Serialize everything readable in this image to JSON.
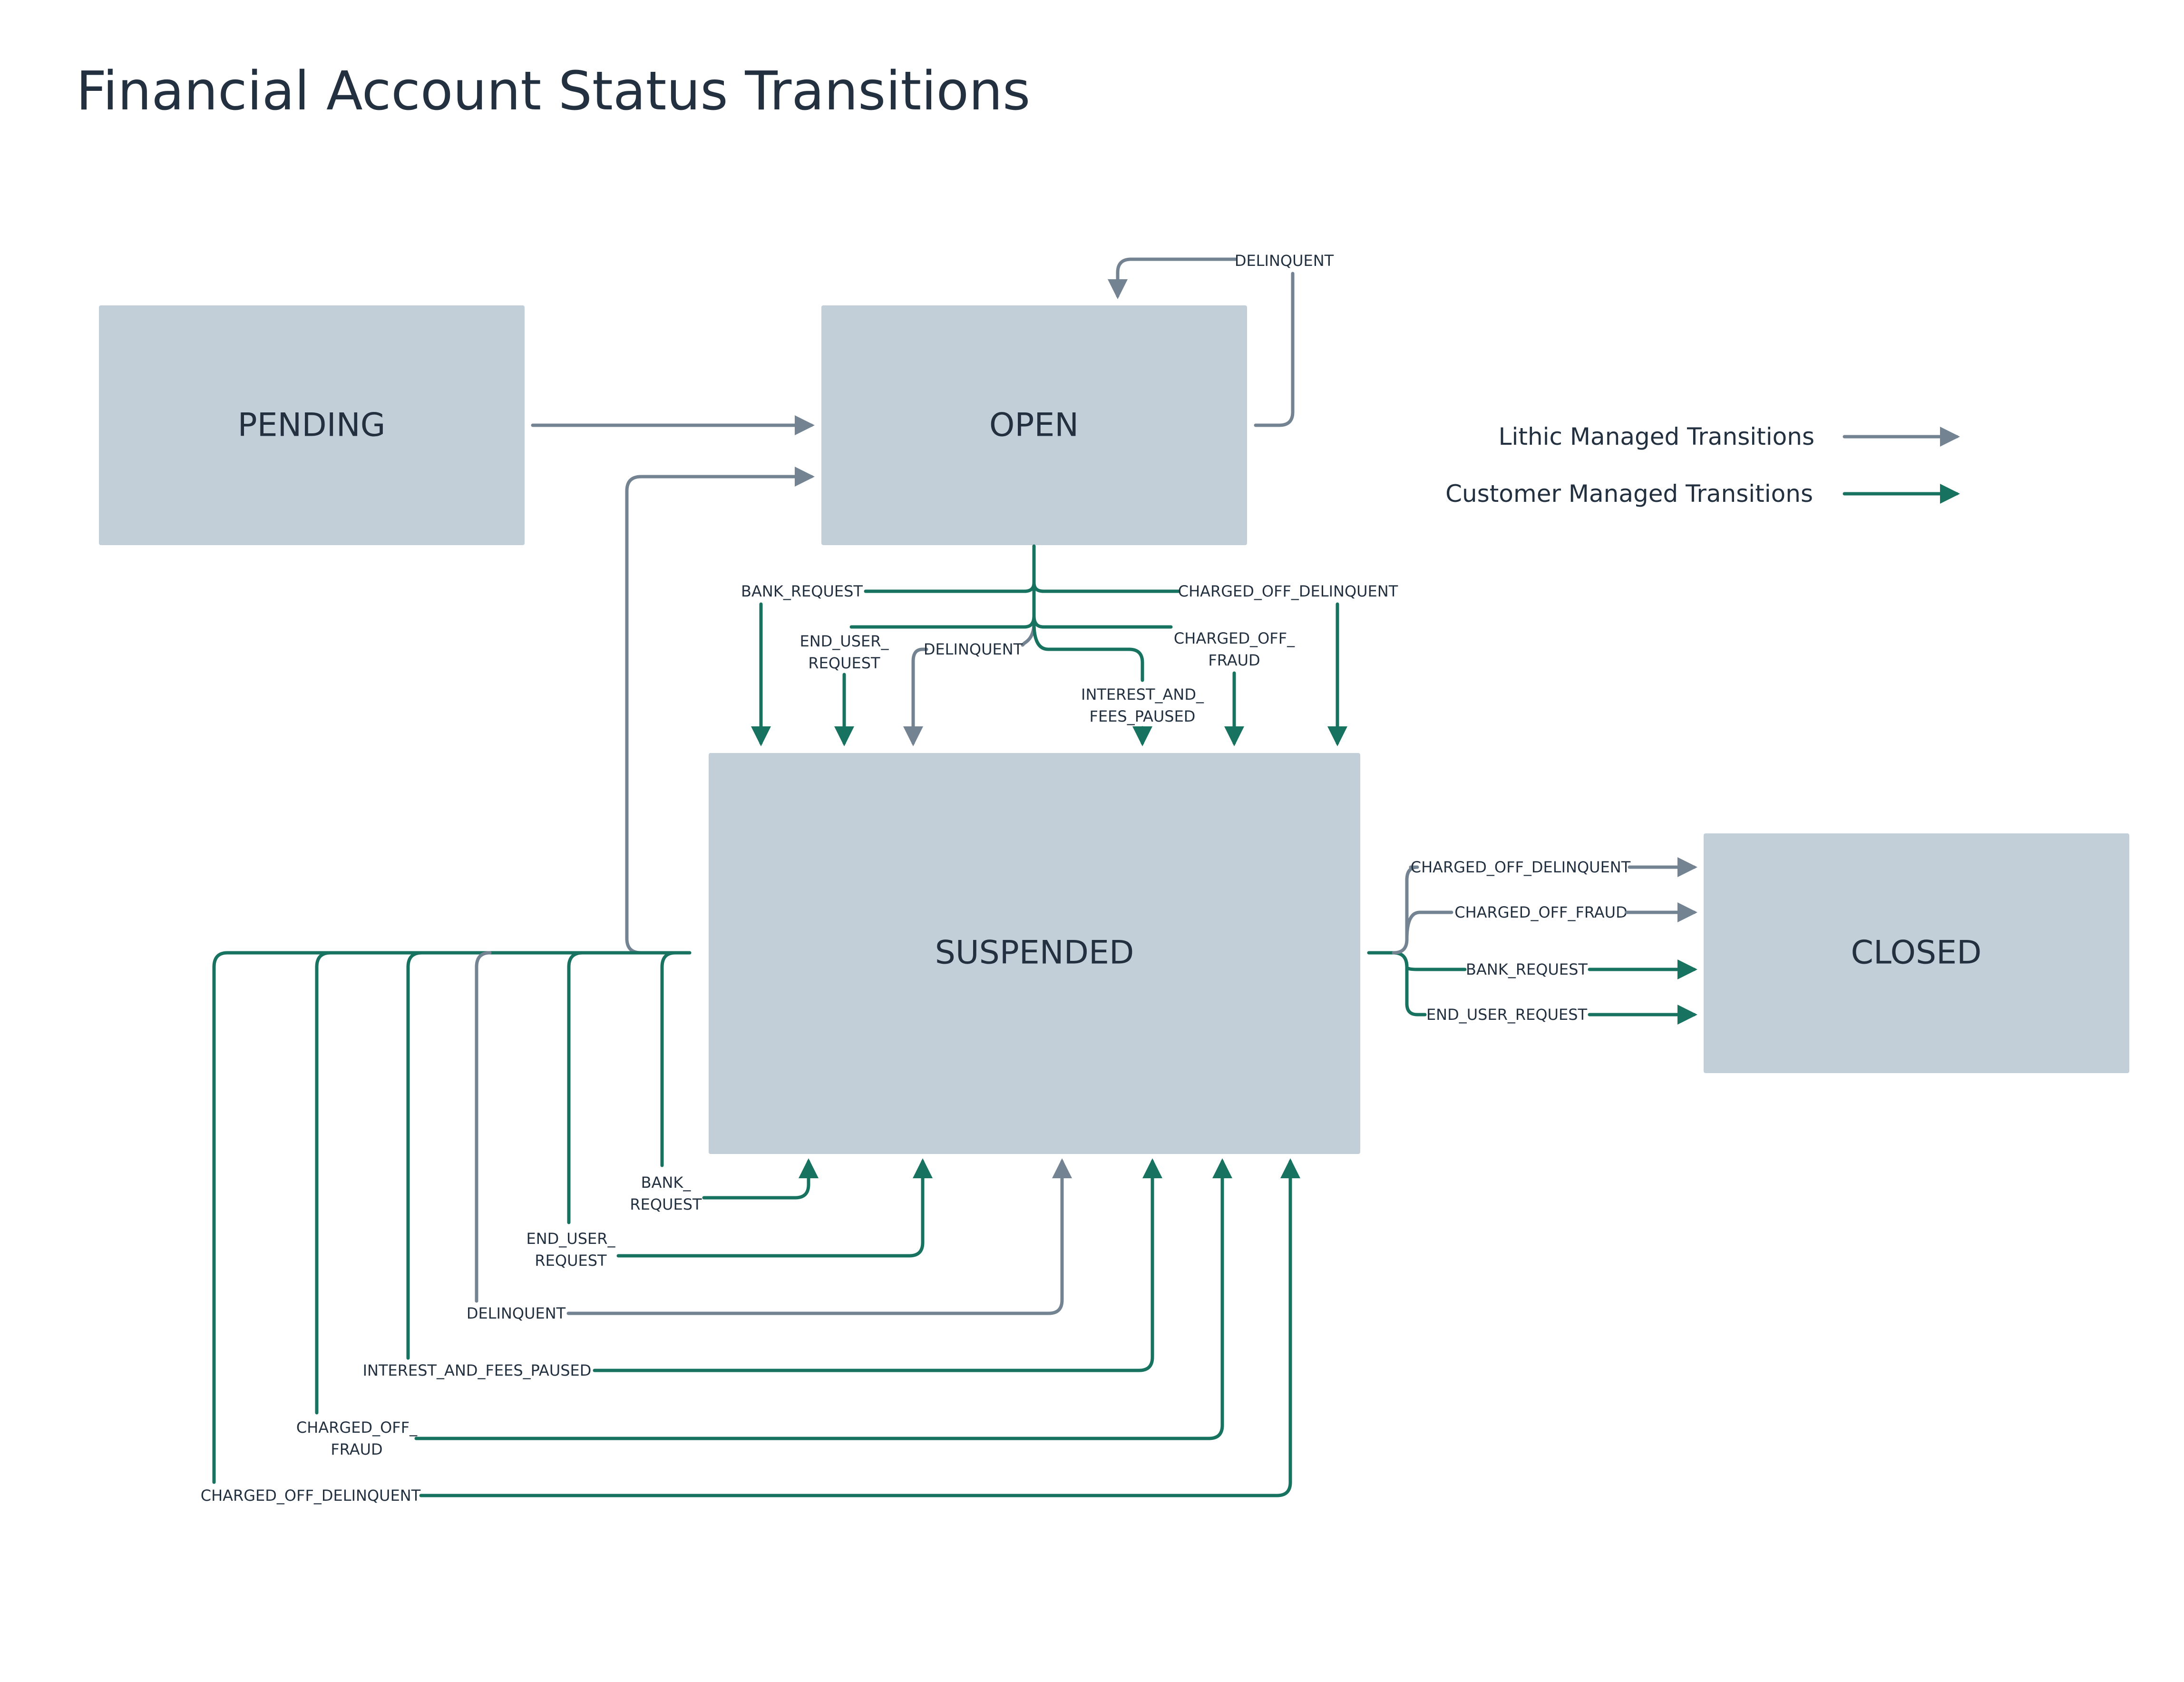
{
  "title": "Financial Account Status Transitions",
  "colors": {
    "lithic": "#748392",
    "customer": "#17735f",
    "node_fill": "#c3cfd8",
    "text": "#233040"
  },
  "legend": {
    "lithic": "Lithic Managed Transitions",
    "customer": "Customer Managed Transitions"
  },
  "nodes": {
    "pending": "PENDING",
    "open": "OPEN",
    "suspended": "SUSPENDED",
    "closed": "CLOSED"
  },
  "edge_labels": {
    "open_self_delinquent": "DELINQUENT",
    "open_susp_bank_request": "BANK_REQUEST",
    "open_susp_end_user_request": [
      "END_USER_",
      "REQUEST"
    ],
    "open_susp_delinquent": "DELINQUENT",
    "open_susp_interest_and_fees_paused": [
      "INTEREST_AND_",
      "FEES_PAUSED"
    ],
    "open_susp_charged_off_fraud": [
      "CHARGED_OFF_",
      "FRAUD"
    ],
    "open_susp_charged_off_delinquent": "CHARGED_OFF_DELINQUENT",
    "susp_closed_charged_off_delinquent": "CHARGED_OFF_DELINQUENT",
    "susp_closed_charged_off_fraud": "CHARGED_OFF_FRAUD",
    "susp_closed_bank_request": "BANK_REQUEST",
    "susp_closed_end_user_request": "END_USER_REQUEST",
    "susp_self_bank_request": [
      "BANK_",
      "REQUEST"
    ],
    "susp_self_end_user_request": [
      "END_USER_",
      "REQUEST"
    ],
    "susp_self_delinquent": "DELINQUENT",
    "susp_self_interest_and_fees_paused": "INTEREST_AND_FEES_PAUSED",
    "susp_self_charged_off_fraud": [
      "CHARGED_OFF_",
      "FRAUD"
    ],
    "susp_self_charged_off_delinquent": "CHARGED_OFF_DELINQUENT"
  }
}
